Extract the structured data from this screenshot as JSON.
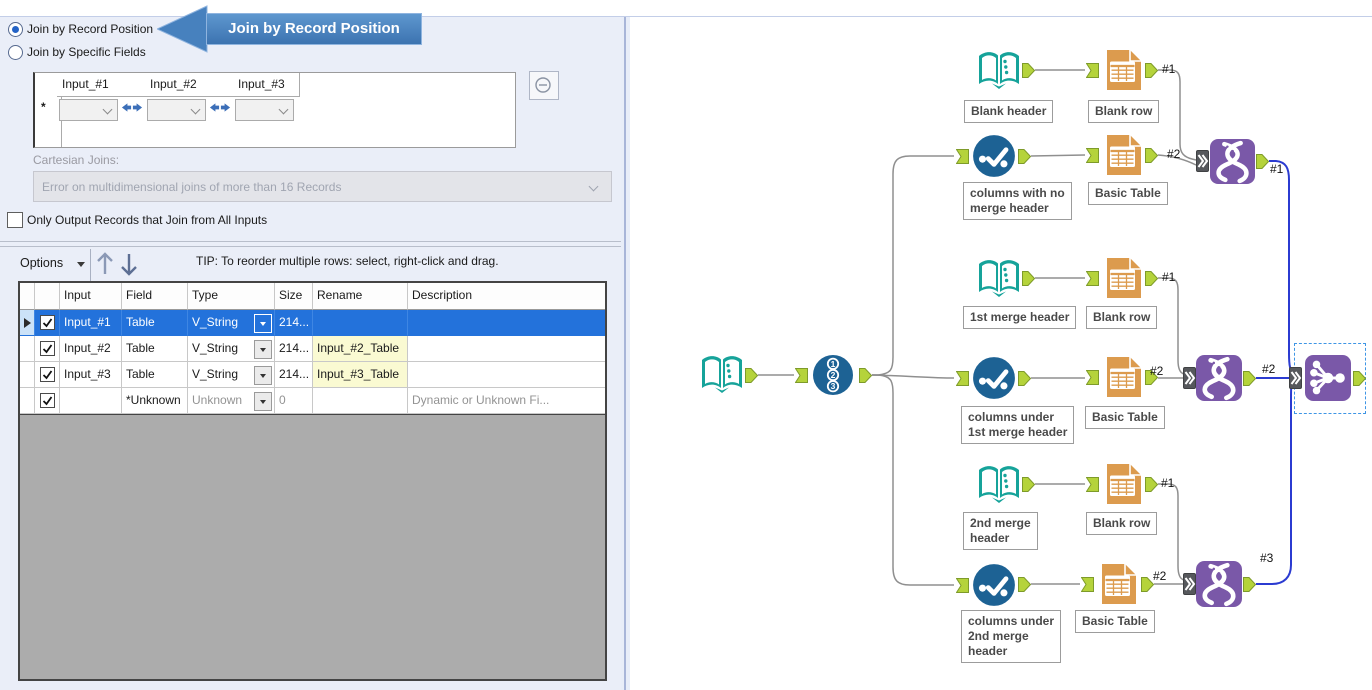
{
  "config_panel": {
    "join_mode": {
      "record_position_label": "Join by Record Position",
      "specific_fields_label": "Join by Specific Fields",
      "selected": "record_position"
    },
    "callout": {
      "text": "Join by Record Position",
      "color": "#4781BE"
    },
    "join_fields_grid": {
      "row_marker": "*",
      "columns": [
        "Input_#1",
        "Input_#2",
        "Input_#3"
      ]
    },
    "cartesian": {
      "label": "Cartesian Joins:",
      "value": "Error on multidimensional joins of more than 16 Records"
    },
    "only_output_label": "Only Output Records that Join from All Inputs",
    "toolbar": {
      "options_label": "Options",
      "tip": "TIP: To reorder multiple rows: select, right-click and drag."
    },
    "field_table": {
      "headers": {
        "input": "Input",
        "field": "Field",
        "type": "Type",
        "size": "Size",
        "rename": "Rename",
        "description": "Description"
      },
      "rows": [
        {
          "checked": true,
          "selected": true,
          "input": "Input_#1",
          "field": "Table",
          "type": "V_String",
          "size": "214...",
          "rename": "",
          "description": ""
        },
        {
          "checked": true,
          "selected": false,
          "input": "Input_#2",
          "field": "Table",
          "type": "V_String",
          "size": "214...",
          "rename": "Input_#2_Table",
          "description": ""
        },
        {
          "checked": true,
          "selected": false,
          "input": "Input_#3",
          "field": "Table",
          "type": "V_String",
          "size": "214...",
          "rename": "Input_#3_Table",
          "description": ""
        },
        {
          "checked": true,
          "selected": false,
          "input": "",
          "field": "*Unknown",
          "type": "Unknown",
          "size": "0",
          "rename": "",
          "description": "Dynamic or Unknown Fi..."
        }
      ]
    }
  },
  "canvas": {
    "tool_labels": {
      "blank_header": "Blank header",
      "blank_row_top": "Blank row",
      "columns_no_merge": "columns with no\nmerge header",
      "basic_table_top": "Basic Table",
      "first_merge_header": "1st merge header",
      "blank_row_mid": "Blank row",
      "columns_under_first": "columns under\n1st merge header",
      "basic_table_mid": "Basic Table",
      "second_merge_header": "2nd merge\nheader",
      "blank_row_bottom": "Blank row",
      "columns_under_second": "columns under\n2nd merge\nheader",
      "basic_table_bottom": "Basic Table"
    },
    "wire_labels": {
      "t_in1": "#1",
      "t_in2": "#2",
      "t_out": "#1",
      "m_in1": "#1",
      "m_in2": "#2",
      "m_out": "#2",
      "b_in1": "#1",
      "b_in2": "#2",
      "b_out": "#3"
    },
    "icons": {
      "text_input": "book-icon",
      "record_id": "record-id-123-icon",
      "select": "select-check-icon",
      "table": "table-report-icon",
      "union": "union-dna-icon",
      "join_multiple": "join-multiple-hub-icon",
      "output_anchor": "output-anchor-icon",
      "input_anchor": "input-anchor-icon",
      "multi_input_anchor": "multi-input-anchor-icon"
    },
    "colors": {
      "teal_tool": "#16A39A",
      "blue_tool": "#1D6294",
      "orange_tool": "#DC9B4E",
      "purple_tool": "#7A58A8",
      "anchor_green": "#B5D33B",
      "wire_gray": "#8F8F8F",
      "wire_blue": "#2B3BD1",
      "selected_row": "#2372DB",
      "rename_highlight": "#FAFAD2",
      "selection_dash": "#3E95E5"
    }
  }
}
